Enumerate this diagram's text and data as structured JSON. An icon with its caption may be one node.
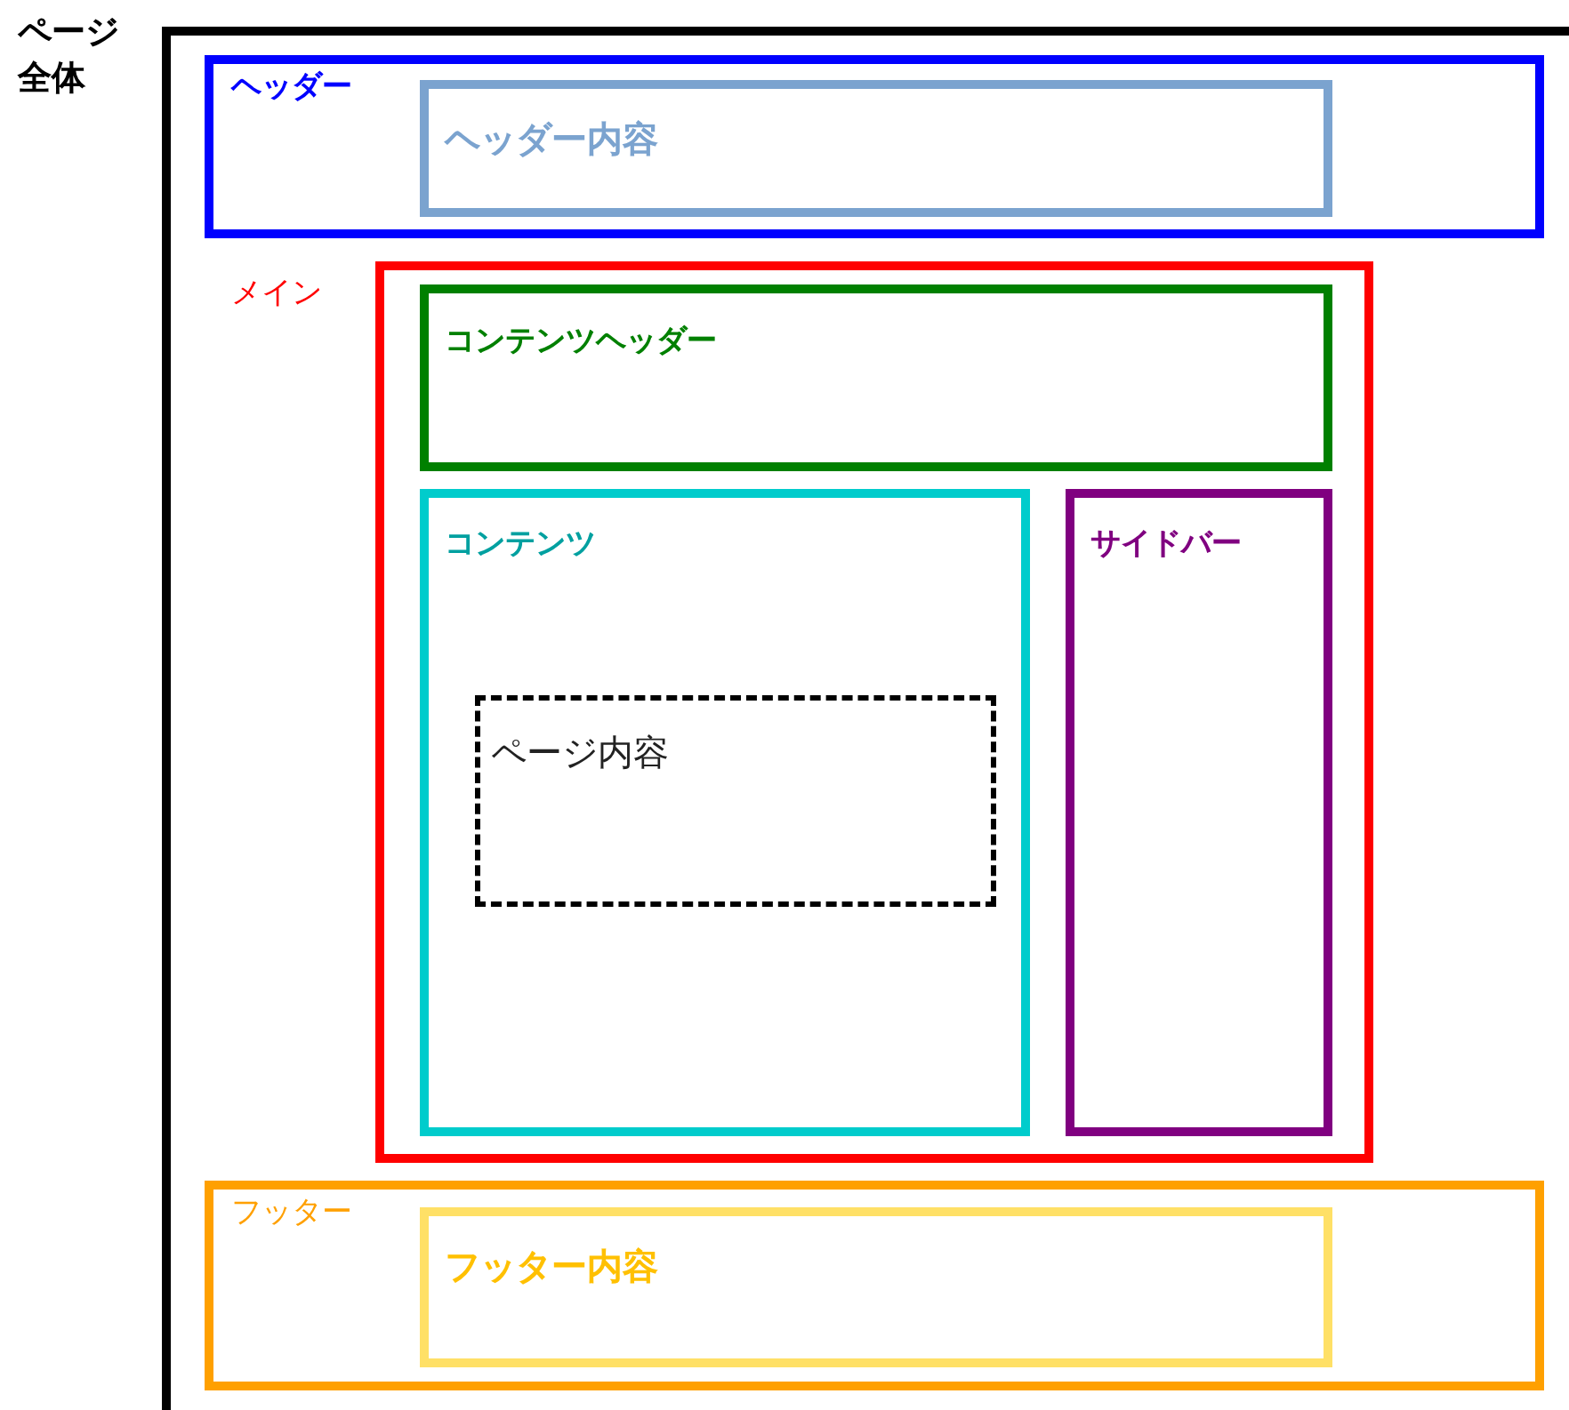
{
  "diagram": {
    "nodes": [
      {
        "text": [
          "ページ全体"
        ]
      },
      {
        "text": [
          "ヘッダー"
        ],
        "in": 0
      },
      {
        "text": [
          "ヘッダー内容"
        ],
        "in": 1
      },
      {
        "text": [
          "メイン"
        ],
        "in": 0
      },
      {
        "text": [
          "コンテンツヘッダー"
        ],
        "in": 3
      },
      {
        "text": [
          "コンテンツ"
        ],
        "in": 3
      },
      {
        "text": [
          "ページ内容"
        ],
        "in": 5
      },
      {
        "text": [
          "サイドバー"
        ],
        "in": 3
      },
      {
        "text": [
          "フッター"
        ],
        "in": 0
      },
      {
        "text": [
          "フッター内容"
        ],
        "in": 8
      }
    ]
  }
}
